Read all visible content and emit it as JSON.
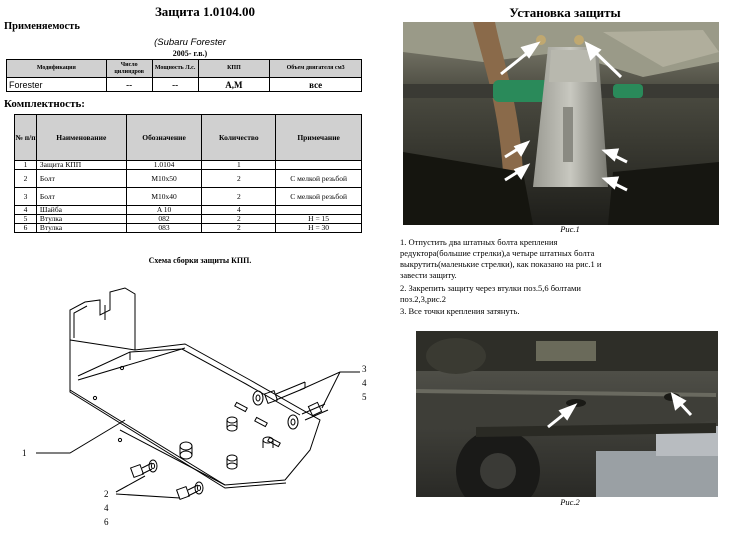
{
  "left": {
    "title": "Защита 1.0104.00",
    "applicability_label": "Применяемость",
    "car_model": "(Subaru Forester",
    "car_years": "2005- г.в.)",
    "app_table": {
      "headers": [
        "Модификация",
        "Число цилиндров",
        "Мощность Л.с.",
        "КПП",
        "Объем двигателя см3"
      ],
      "row": [
        "Forester",
        "--",
        "--",
        "А,М",
        "все"
      ]
    },
    "completeness_label": "Комплектность:",
    "parts_table": {
      "headers": [
        "№ п/п",
        "Наименование",
        "Обозначение",
        "Количество",
        "Примечание"
      ],
      "rows": [
        [
          "1",
          "Защита КПП",
          "1.0104",
          "1",
          ""
        ],
        [
          "2",
          "Болт",
          "M10x50",
          "2",
          "С мелкой резьбой"
        ],
        [
          "3",
          "Болт",
          "M10x40",
          "2",
          "С мелкой резьбой"
        ],
        [
          "4",
          "Шайба",
          "A 10",
          "4",
          ""
        ],
        [
          "5",
          "Втулка",
          "082",
          "2",
          "H = 15"
        ],
        [
          "6",
          "Втулка",
          "083",
          "2",
          "H = 30"
        ]
      ]
    },
    "scheme_title": "Схема сборки защиты КПП.",
    "drawing_labels": {
      "l1": "1",
      "l2a": "2",
      "l2b": "4",
      "l2c": "6",
      "l3a": "3",
      "l3b": "4",
      "l3c": "5"
    }
  },
  "right": {
    "title": "Установка защиты",
    "fig1_caption": "Рис.1",
    "instructions": [
      "1. Отпустить два штатных болта крепления",
      "редуктора(большие стрелки),а четыре штатных болта",
      "выкрутить(маленькие стрелки), как показано на рис.1 и",
      "завести защиту.",
      "2. Закрепить защиту через втулки поз.5,6  болтами",
      "поз.2,3,рис.2",
      "3. Все точки крепления затянуть."
    ],
    "fig2_caption": "Рис.2"
  }
}
